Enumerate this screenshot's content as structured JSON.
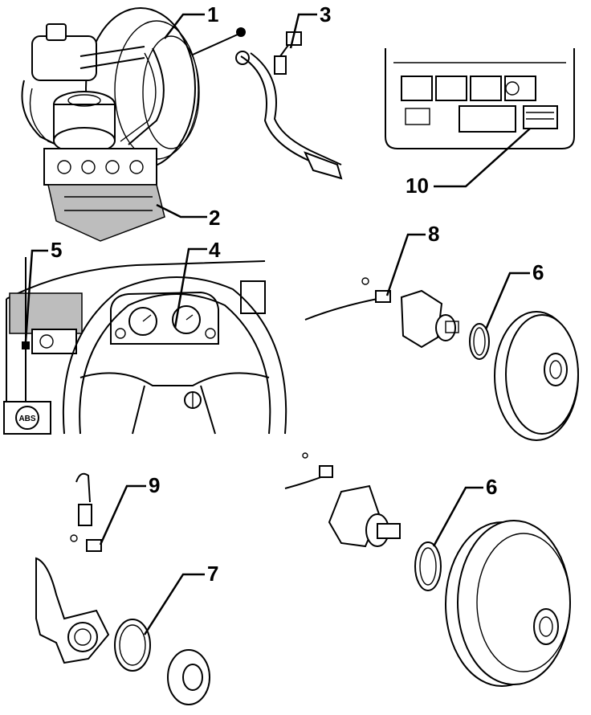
{
  "callouts": {
    "c1": "1",
    "c2": "2",
    "c3": "3",
    "c4": "4",
    "c5": "5",
    "c6a": "6",
    "c6b": "6",
    "c7": "7",
    "c8": "8",
    "c9": "9",
    "c10": "10"
  },
  "warning_lamp": {
    "text": "ABS"
  }
}
